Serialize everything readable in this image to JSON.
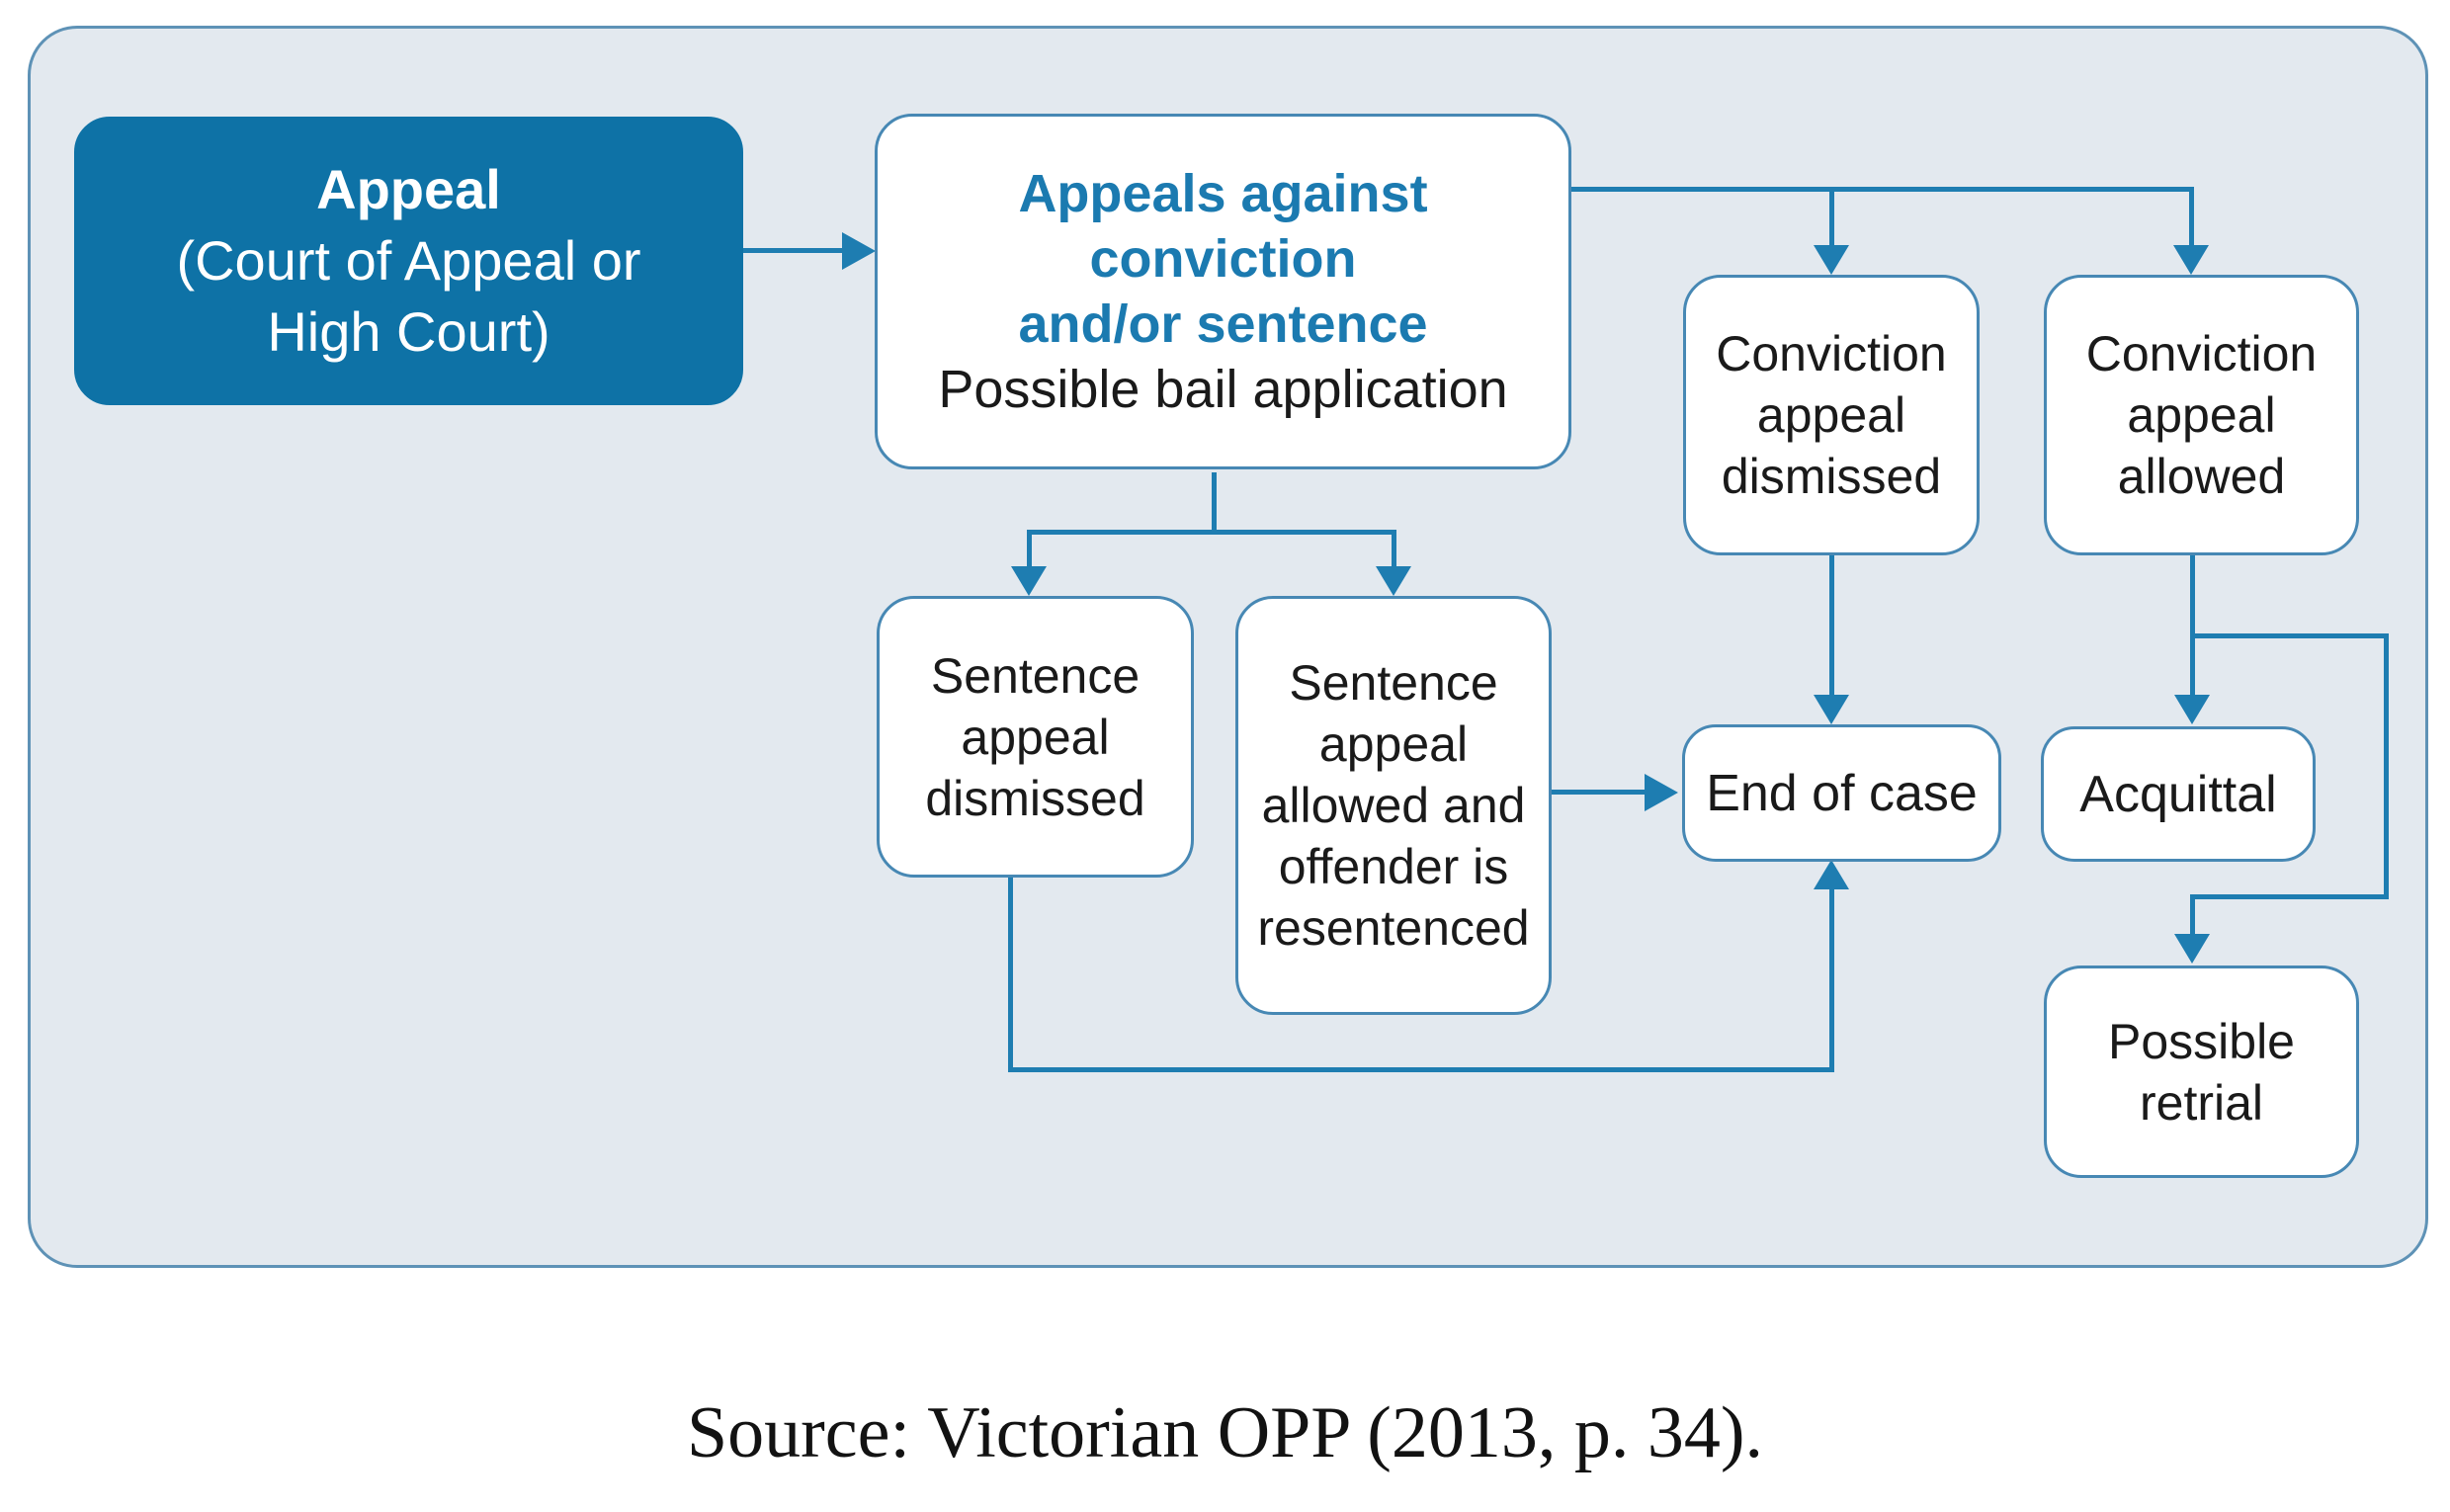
{
  "diagram": {
    "nodes": {
      "appeal": {
        "title": "Appeal",
        "lines": [
          "(Court of Appeal or",
          "High Court)"
        ]
      },
      "appeals_against": {
        "blue_lines": [
          "Appeals against",
          "conviction",
          "and/or sentence"
        ],
        "black_line": "Possible bail application"
      },
      "conviction_dismissed": {
        "lines": [
          "Conviction",
          "appeal",
          "dismissed"
        ]
      },
      "conviction_allowed": {
        "lines": [
          "Conviction",
          "appeal",
          "allowed"
        ]
      },
      "sentence_dismissed": {
        "lines": [
          "Sentence",
          "appeal",
          "dismissed"
        ]
      },
      "sentence_allowed": {
        "lines": [
          "Sentence",
          "appeal",
          "allowed and",
          "offender is",
          "resentenced"
        ]
      },
      "end_of_case": {
        "lines": [
          "End of case"
        ]
      },
      "acquittal": {
        "lines": [
          "Acquittal"
        ]
      },
      "possible_retrial": {
        "lines": [
          "Possible",
          "retrial"
        ]
      }
    },
    "source_caption": "Source: Victorian OPP (2013, p. 34).",
    "colors": {
      "container_bg": "#e3e9ef",
      "container_border": "#5e92b6",
      "node_bg": "#ffffff",
      "node_border": "#4788b4",
      "start_bg": "#0e72a6",
      "start_text": "#ffffff",
      "accent_text": "#1b7ab0",
      "text": "#1a1a1a",
      "connector": "#1e7db1"
    }
  }
}
